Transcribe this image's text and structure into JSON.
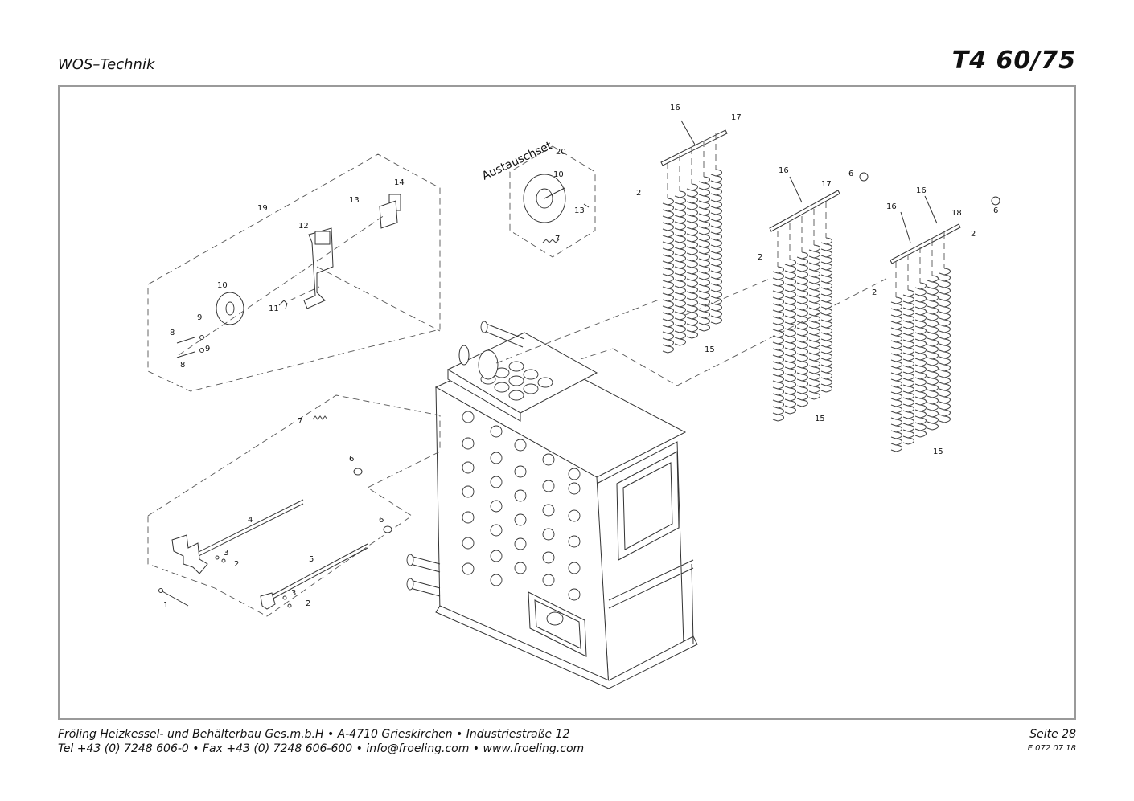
{
  "header": {
    "left_title": "WOS–Technik",
    "right_title": "T4 60/75"
  },
  "diagram": {
    "set_label": "Austauschset",
    "callouts": [
      {
        "id": "c16a",
        "text": "16"
      },
      {
        "id": "c17a",
        "text": "17"
      },
      {
        "id": "c2a",
        "text": "2"
      },
      {
        "id": "c15a",
        "text": "15"
      },
      {
        "id": "c16b",
        "text": "16"
      },
      {
        "id": "c17b",
        "text": "17"
      },
      {
        "id": "c6a",
        "text": "6"
      },
      {
        "id": "c2b",
        "text": "2"
      },
      {
        "id": "c15b",
        "text": "15"
      },
      {
        "id": "c16c",
        "text": "16"
      },
      {
        "id": "c16d",
        "text": "16"
      },
      {
        "id": "c18",
        "text": "18"
      },
      {
        "id": "c6b",
        "text": "6"
      },
      {
        "id": "c2c",
        "text": "2"
      },
      {
        "id": "c2d",
        "text": "2"
      },
      {
        "id": "c15c",
        "text": "15"
      },
      {
        "id": "c20",
        "text": "20"
      },
      {
        "id": "c10a",
        "text": "10"
      },
      {
        "id": "c13a",
        "text": "13"
      },
      {
        "id": "c7a",
        "text": "7"
      },
      {
        "id": "c19",
        "text": "19"
      },
      {
        "id": "c14",
        "text": "14"
      },
      {
        "id": "c13b",
        "text": "13"
      },
      {
        "id": "c12",
        "text": "12"
      },
      {
        "id": "c10b",
        "text": "10"
      },
      {
        "id": "c11",
        "text": "11"
      },
      {
        "id": "c9a",
        "text": "9"
      },
      {
        "id": "c8a",
        "text": "8"
      },
      {
        "id": "c9b",
        "text": "9"
      },
      {
        "id": "c8b",
        "text": "8"
      },
      {
        "id": "c7b",
        "text": "7"
      },
      {
        "id": "c6c",
        "text": "6"
      },
      {
        "id": "c4",
        "text": "4"
      },
      {
        "id": "c3a",
        "text": "3"
      },
      {
        "id": "c2e",
        "text": "2"
      },
      {
        "id": "c6d",
        "text": "6"
      },
      {
        "id": "c5",
        "text": "5"
      },
      {
        "id": "c3b",
        "text": "3"
      },
      {
        "id": "c2f",
        "text": "2"
      },
      {
        "id": "c1",
        "text": "1"
      }
    ]
  },
  "footer": {
    "line1": "Fröling Heizkessel- und Behälterbau Ges.m.b.H  •  A-4710 Grieskirchen  •  Industriestraße 12",
    "line2": "Tel +43 (0) 7248 606-0  •  Fax +43 (0) 7248 606-600  •  info@froeling.com  •  www.froeling.com",
    "page": "Seite 28",
    "doc_code": "E 072 07 18"
  }
}
